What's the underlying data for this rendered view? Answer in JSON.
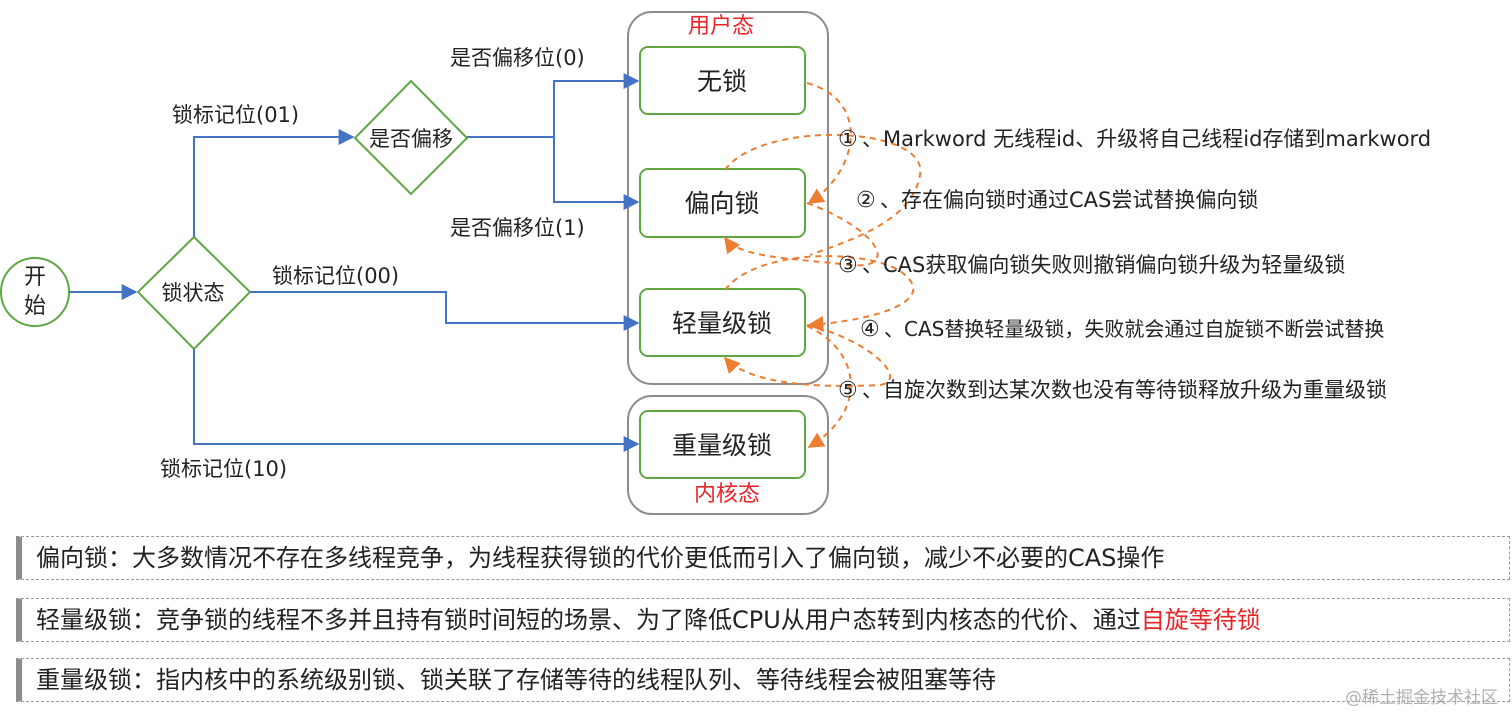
{
  "start": {
    "label_line1": "开",
    "label_line2": "始"
  },
  "lock_state_node": "锁状态",
  "bias_check_node": "是否偏移",
  "edge_labels": {
    "flag_01": "锁标记位(01)",
    "flag_00": "锁标记位(00)",
    "flag_10": "锁标记位(10)",
    "bias_0": "是否偏移位(0)",
    "bias_1": "是否偏移位(1)"
  },
  "groups": {
    "user_mode": "用户态",
    "kernel_mode": "内核态"
  },
  "states": {
    "no_lock": "无锁",
    "biased": "偏向锁",
    "lightweight": "轻量级锁",
    "heavyweight": "重量级锁"
  },
  "steps": [
    {
      "num": "①",
      "text": "、Markword 无线程id、升级将自己线程id存储到markword"
    },
    {
      "num": "②",
      "text": "、存在偏向锁时通过CAS尝试替换偏向锁"
    },
    {
      "num": "③",
      "text": "、CAS获取偏向锁失败则撤销偏向锁升级为轻量级锁"
    },
    {
      "num": "④",
      "text": "、CAS替换轻量级锁，失败就会通过自旋锁不断尝试替换"
    },
    {
      "num": "⑤",
      "text": "、自旋次数到达某次数也没有等待锁释放升级为重量级锁"
    }
  ],
  "notes": [
    {
      "text": "偏向锁：大多数情况不存在多线程竞争，为线程获得锁的代价更低而引入了偏向锁，减少不必要的CAS操作",
      "highlight": ""
    },
    {
      "text": "轻量级锁：竞争锁的线程不多并且持有锁时间短的场景、为了降低CPU从用户态转到内核态的代价、通过",
      "highlight": "自旋等待锁"
    },
    {
      "text": "重量级锁：指内核中的系统级别锁、锁关联了存储等待的线程队列、等待线程会被阻塞等待",
      "highlight": ""
    }
  ],
  "watermark": "@稀土掘金技术社区",
  "colors": {
    "node_border": "#5fa742",
    "arrow": "#4472c4",
    "dashed_arrow": "#ed7d31",
    "group_border": "#8c8c8c",
    "group_label": "#e8262a",
    "highlight": "#e8262a"
  }
}
